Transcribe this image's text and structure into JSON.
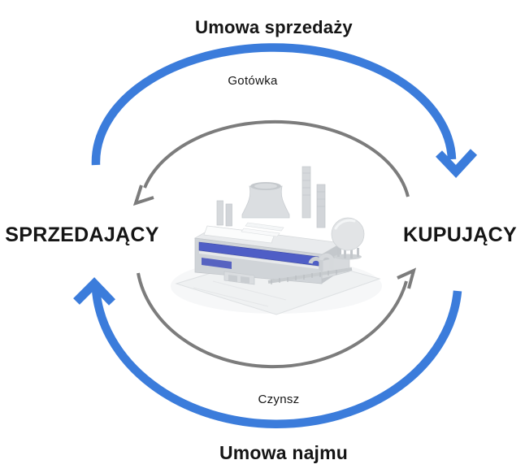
{
  "diagram": {
    "top_arrow_label": "Umowa sprzedaży",
    "inner_top_label": "Gotówka",
    "left_party": "SPRZEDAJĄCY",
    "right_party": "KUPUJĄCY",
    "inner_bottom_label": "Czynsz",
    "bottom_arrow_label": "Umowa najmu",
    "center_icon": "factory-3d-icon",
    "colors": {
      "arrow_primary": "#3b7cdb",
      "arrow_secondary": "#7c7c7c",
      "text": "#151515",
      "background": "#ffffff",
      "factory_window_blue": "#4f5ec6"
    }
  }
}
